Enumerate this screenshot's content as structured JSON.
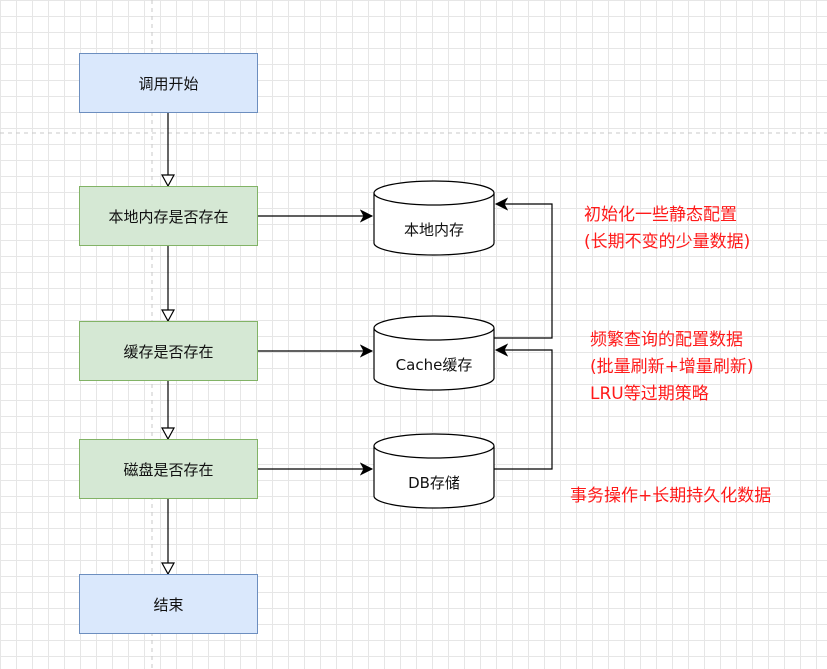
{
  "flow": {
    "start": "调用开始",
    "check_local": "本地内存是否存在",
    "check_cache": "缓存是否存在",
    "check_disk": "磁盘是否存在",
    "end": "结束"
  },
  "stores": {
    "local": "本地内存",
    "cache": "Cache缓存",
    "db": "DB存储"
  },
  "notes": {
    "local_line1": "初始化一些静态配置",
    "local_line2": "(长期不变的少量数据)",
    "cache_line1": "频繁查询的配置数据",
    "cache_line2": "(批量刷新+增量刷新)",
    "cache_line3": "LRU等过期策略",
    "db_line1": "事务操作+长期持久化数据"
  },
  "colors": {
    "blue_fill": "#dae8fc",
    "blue_stroke": "#6c8ebf",
    "green_fill": "#d5e8d4",
    "green_stroke": "#82b366",
    "note_text": "#ff1a1a"
  }
}
